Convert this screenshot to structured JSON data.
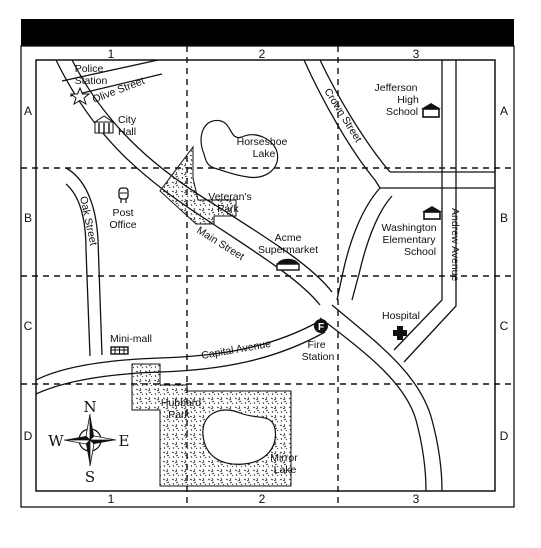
{
  "columns": [
    "1",
    "2",
    "3"
  ],
  "rows": [
    "A",
    "B",
    "C",
    "D"
  ],
  "streets": {
    "olive": "Olive Street",
    "crown": "Crown Street",
    "oak": "Oak Street",
    "main": "Main Street",
    "capital": "Capital Avenue",
    "andrew": "Andrew Avenue"
  },
  "places": {
    "police_station": [
      "Police",
      "Station"
    ],
    "city_hall": [
      "City",
      "Hall"
    ],
    "horseshoe_lake": [
      "Horseshoe",
      "Lake"
    ],
    "veterans_park": [
      "Veteran's",
      "Park"
    ],
    "jefferson_school": [
      "Jefferson",
      "High",
      "School"
    ],
    "post_office": [
      "Post",
      "Office"
    ],
    "acme_supermarket": [
      "Acme",
      "Supermarket"
    ],
    "washington_school": [
      "Washington",
      "Elementary",
      "School"
    ],
    "hospital": "Hospital",
    "fire_station": "Fire Station",
    "mini_mall": "Mini-mall",
    "hubbard_park": [
      "Hubbard",
      "Park"
    ],
    "mirror_lake": [
      "Mirror",
      "Lake"
    ]
  },
  "icons": {
    "police_station": "star-icon",
    "city_hall": "city-hall-icon",
    "post_office": "mailbox-icon",
    "school": "school-icon",
    "supermarket": "store-icon",
    "hospital": "cross-icon",
    "fire_station": "fire-station-icon",
    "mini_mall": "mini-mall-icon"
  },
  "fire_station_symbol": "F",
  "compass": {
    "n": "N",
    "s": "S",
    "e": "E",
    "w": "W"
  },
  "colors": {
    "ink": "#111111",
    "header": "#000000",
    "background": "#ffffff"
  }
}
